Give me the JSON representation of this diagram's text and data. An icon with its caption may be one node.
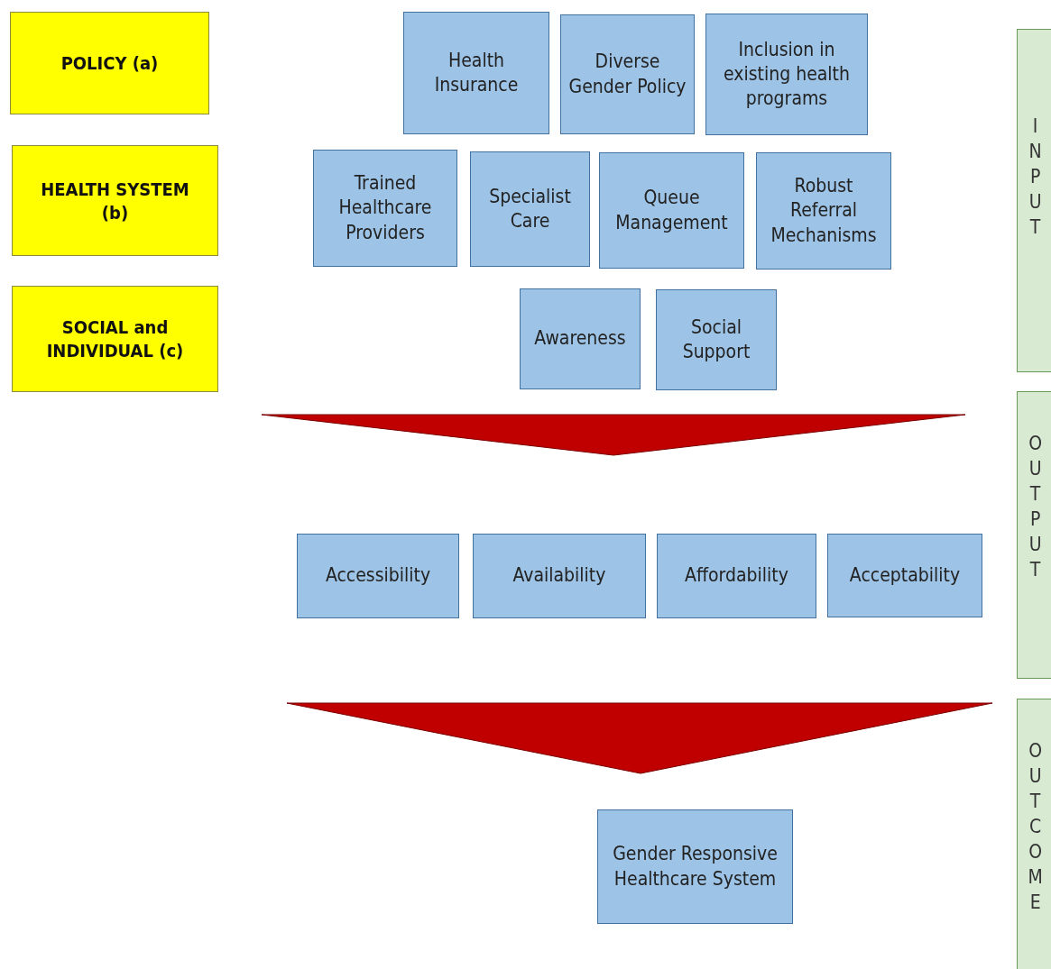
{
  "diagram": {
    "nodes": [
      {
        "text": [
          "POLICY (a)"
        ]
      },
      {
        "text": [
          "HEALTH SYSTEM (b)"
        ]
      },
      {
        "text": [
          "SOCIAL and INDIVIDUAL (c)"
        ]
      },
      {
        "text": [
          "Health Insurance"
        ]
      },
      {
        "text": [
          "Diverse Gender Policy"
        ]
      },
      {
        "text": [
          "Inclusion in existing health programs"
        ]
      },
      {
        "text": [
          "Trained Healthcare Providers"
        ]
      },
      {
        "text": [
          "Specialist Care"
        ]
      },
      {
        "text": [
          "Queue Management"
        ]
      },
      {
        "text": [
          "Robust Referral Mechanisms"
        ]
      },
      {
        "text": [
          "Awareness"
        ]
      },
      {
        "text": [
          "Social Support"
        ]
      },
      {
        "text": [
          "Accessibility"
        ]
      },
      {
        "text": [
          "Availability"
        ]
      },
      {
        "text": [
          "Affordability"
        ]
      },
      {
        "text": [
          "Acceptability"
        ]
      },
      {
        "text": [
          "Gender Responsive Healthcare System"
        ]
      },
      {
        "text": [
          "INPUT"
        ]
      },
      {
        "text": [
          "OUTPUT"
        ]
      },
      {
        "text": [
          "OUTCOME"
        ]
      }
    ],
    "edges": []
  }
}
